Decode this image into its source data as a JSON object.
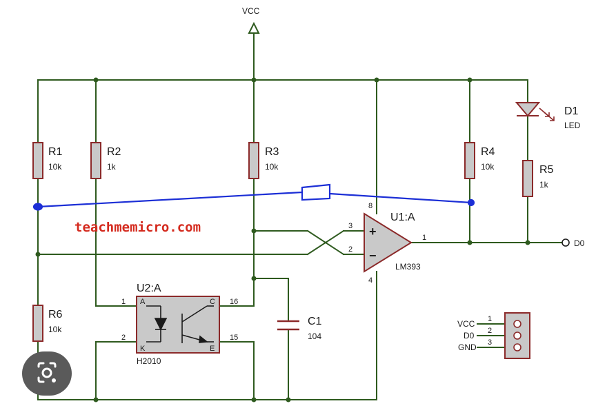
{
  "colors": {
    "wire": "#2e5a1e",
    "component": "#8b2a2a",
    "component_fill": "#c9c9c9",
    "overlay": "#1c2fd6",
    "watermark": "#d42a1e",
    "text": "#1a1a1a"
  },
  "power": {
    "vcc_label": "VCC"
  },
  "watermark": "teachmemicro.com",
  "resistors": {
    "r1": {
      "ref": "R1",
      "value": "10k"
    },
    "r2": {
      "ref": "R2",
      "value": "1k"
    },
    "r3": {
      "ref": "R3",
      "value": "10k"
    },
    "r4": {
      "ref": "R4",
      "value": "10k"
    },
    "r5": {
      "ref": "R5",
      "value": "1k"
    },
    "r6": {
      "ref": "R6",
      "value": "10k"
    }
  },
  "led": {
    "ref": "D1",
    "value": "LED"
  },
  "comparator": {
    "ref": "U1:A",
    "part": "LM393",
    "pin_plus": "3",
    "pin_minus": "2",
    "pin_out": "1",
    "pin_vcc": "8",
    "pin_gnd": "4",
    "plus_sign": "+",
    "minus_sign": "−"
  },
  "optocoupler": {
    "ref": "U2:A",
    "part": "H2010",
    "pin_a_num": "1",
    "pin_k_num": "2",
    "pin_c_num": "16",
    "pin_e_num": "15",
    "pin_a": "A",
    "pin_k": "K",
    "pin_c": "C",
    "pin_e": "E"
  },
  "capacitor": {
    "ref": "C1",
    "value": "104"
  },
  "output": {
    "net_label": "D0"
  },
  "connector": {
    "pins": [
      {
        "num": "1",
        "label": "VCC"
      },
      {
        "num": "2",
        "label": "D0"
      },
      {
        "num": "3",
        "label": "GND"
      }
    ]
  },
  "icons": {
    "lens_icon": "google-lens-icon"
  }
}
